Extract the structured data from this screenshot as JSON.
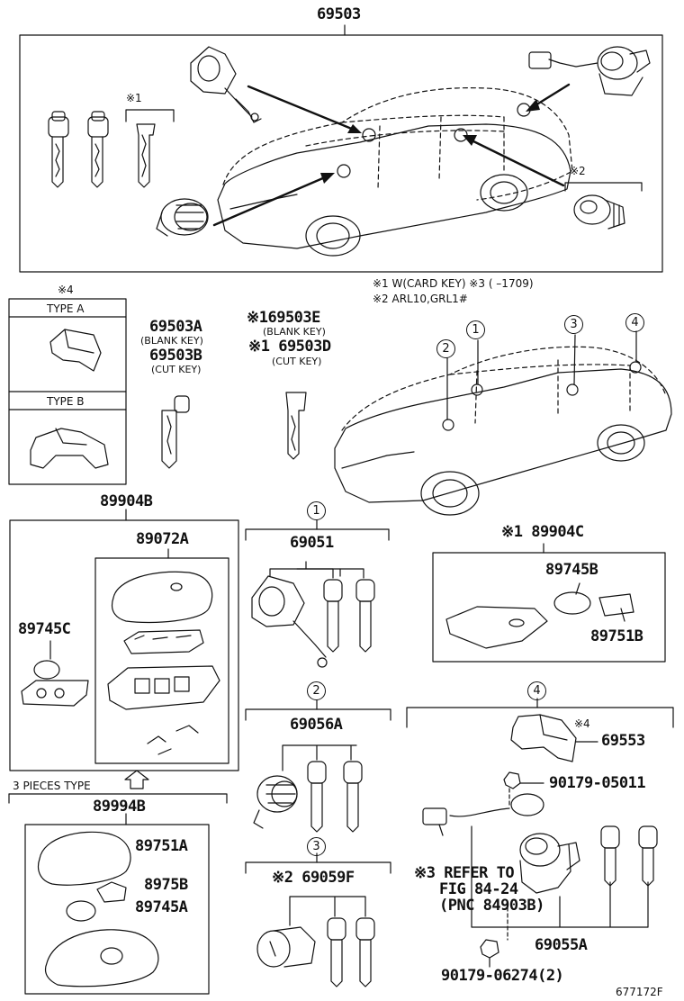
{
  "diagram": {
    "main_part": "69503",
    "notes": {
      "line1": "※1 W(CARD KEY)  ※3 (     –1709)",
      "line2": "※2 ARL10,GRL1#"
    },
    "type_panel": {
      "marker": "※4",
      "type_a": "TYPE A",
      "type_b": "TYPE B"
    },
    "parts": {
      "p69503A": "69503A",
      "p69503A_sub": "(BLANK KEY)",
      "p69503B": "69503B",
      "p69503B_sub": "(CUT KEY)",
      "p69503E": "※169503E",
      "p69503E_sub": "(BLANK KEY)",
      "p69503D": "※1 69503D",
      "p69503D_sub": "(CUT KEY)",
      "p89904B": "89904B",
      "p89072A": "89072A",
      "p89745C": "89745C",
      "p69051": "69051",
      "p89904C": "※1 89904C",
      "p89745B": "89745B",
      "p89751B": "89751B",
      "p69056A": "69056A",
      "p69059F": "※2 69059F",
      "three_pieces": "3 PIECES TYPE",
      "p89994B": "89994B",
      "p89751A": "89751A",
      "p8975B": "8975B",
      "p89745A": "89745A",
      "p69553": "69553",
      "p69553_marker": "※4",
      "p90179_05011": "90179-05011",
      "refer1": "※3 REFER TO",
      "refer2": "FIG 84-24",
      "refer3": "(PNC 84903B)",
      "p69055A": "69055A",
      "p90179_06274": "90179-06274(2)",
      "figure_id": "677172F"
    },
    "callouts": {
      "c1": "1",
      "c2": "2",
      "c3": "3",
      "c4": "4"
    }
  }
}
